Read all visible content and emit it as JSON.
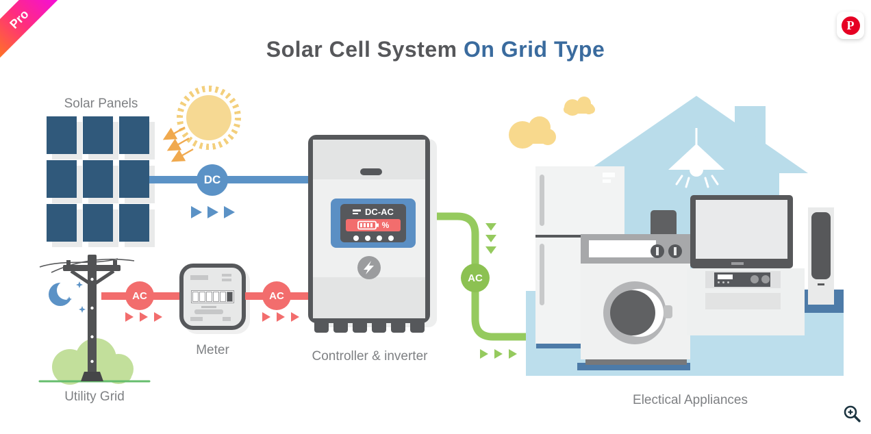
{
  "badge": {
    "label": "Pro"
  },
  "header": {
    "title_primary": "Solar Cell System",
    "title_accent": "On Grid Type"
  },
  "diagram": {
    "solar_panels": {
      "label": "Solar Panels"
    },
    "utility_grid": {
      "label": "Utility Grid"
    },
    "meter": {
      "label": "Meter"
    },
    "controller": {
      "label": "Controller & inverter",
      "display_mode": "DC-AC",
      "display_percent": "%"
    },
    "appliances": {
      "label": "Electical Appliances"
    },
    "flow": {
      "dc": "DC",
      "ac_grid": "AC",
      "ac_meter": "AC",
      "ac_house": "AC"
    }
  },
  "icons": {
    "pinterest": "P"
  },
  "colors": {
    "dc_blue": "#5b92c6",
    "ac_red": "#f26d6d",
    "ac_green_line": "#95ca5e",
    "ac_green_badge": "#8cc152",
    "panel_navy": "#30597b",
    "house_blue": "#b9dcea",
    "floor_blue": "#bcdeec",
    "shadow_blue": "#4d7ba8",
    "sun_yellow": "#f6d993",
    "cloud_yellow": "#f8d98d",
    "title_gray": "#56575a",
    "title_accent": "#3a6b9e",
    "label_gray": "#7e8083",
    "device_gray": "#56585b",
    "pinterest_red": "#e60023"
  }
}
